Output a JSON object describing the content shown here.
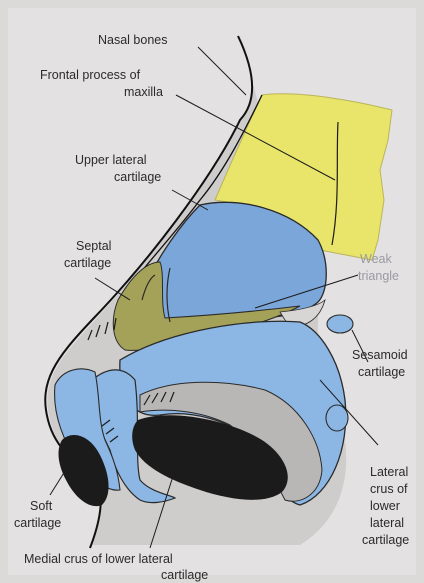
{
  "diagram": {
    "labels": {
      "nasal_bones": "Nasal bones",
      "frontal_process": [
        "Frontal process of",
        "maxilla"
      ],
      "upper_lateral": [
        "Upper lateral",
        "cartilage"
      ],
      "septal": [
        "Septal",
        "cartilage"
      ],
      "weak_triangle": [
        "Weak",
        "triangle"
      ],
      "sesamoid": [
        "Sesamoid",
        "cartilage"
      ],
      "lateral_crus": [
        "Lateral",
        "crus of",
        "lower",
        "lateral",
        "cartilage"
      ],
      "soft": [
        "Soft",
        "cartilage"
      ],
      "medial_crus": [
        "Medial crus of lower lateral",
        "cartilage"
      ]
    },
    "colors": {
      "bone": "#e9e56a",
      "bone_edge": "#b9b55a",
      "upper_lateral": "#7aa6da",
      "lower_lateral": "#8cb7e4",
      "septal": "#a4a158",
      "soft_tissue": "#bfbcbc",
      "nostril": "#1b1b1b",
      "outline": "#111111",
      "faint_label": "#9a9aa2"
    }
  }
}
